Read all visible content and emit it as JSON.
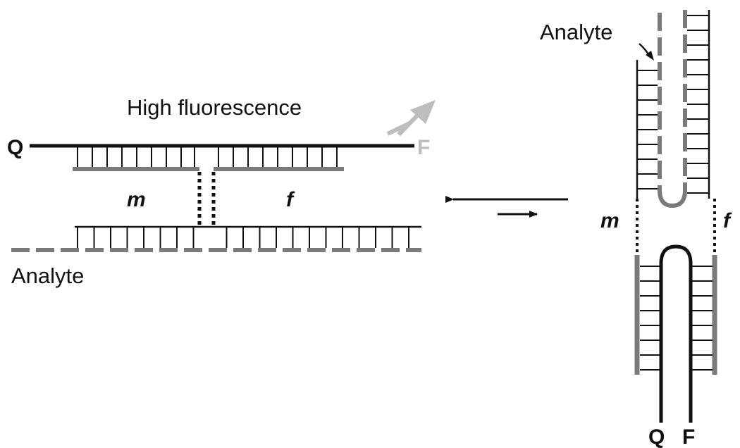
{
  "labels": {
    "high_fluorescence": "High fluorescence",
    "quencher": "Q",
    "fluorophore": "F",
    "segment_m": "m",
    "segment_f": "f",
    "analyte": "Analyte"
  },
  "colors": {
    "strand": "#111111",
    "probe_gray": "#7a7a7a",
    "fluorescence_light": "#bdbdbd",
    "background": "#ffffff"
  },
  "icons": {
    "emission": "lightning-arrow-icon",
    "equilibrium": "equilibrium-arrows-icon"
  }
}
